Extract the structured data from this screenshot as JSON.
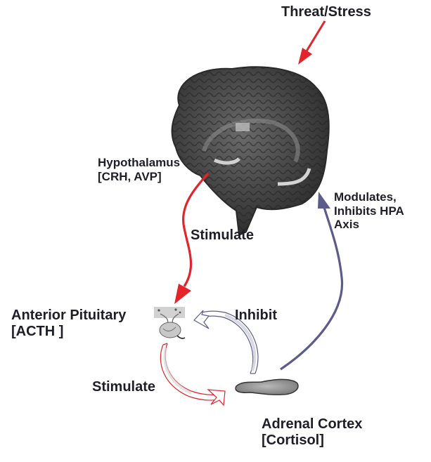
{
  "diagram": {
    "type": "HPA axis feedback diagram",
    "colors": {
      "stimulate": "#e3242b",
      "inhibit": "#5c5c8a",
      "text": "#1e1e28",
      "brain": "#3a3a3a"
    },
    "nodes": {
      "stressor": {
        "label": "Threat/Stress"
      },
      "hypothalamus": {
        "line1": "Hypothalamus",
        "line2": "[CRH, AVP]"
      },
      "pituitary": {
        "line1": "Anterior Pituitary",
        "line2": "[ACTH ]"
      },
      "adrenal": {
        "line1": "Adrenal Cortex",
        "line2": "[Cortisol]"
      }
    },
    "edges": {
      "stress_to_brain": {
        "label": ""
      },
      "hypothalamus_to_pituitary": {
        "label": "Stimulate"
      },
      "pituitary_to_adrenal": {
        "label": "Stimulate"
      },
      "adrenal_to_pituitary": {
        "label": "Inhibit"
      },
      "adrenal_to_brain": {
        "line1": "Modulates,",
        "line2": "Inhibits HPA",
        "line3": "Axis"
      }
    }
  }
}
